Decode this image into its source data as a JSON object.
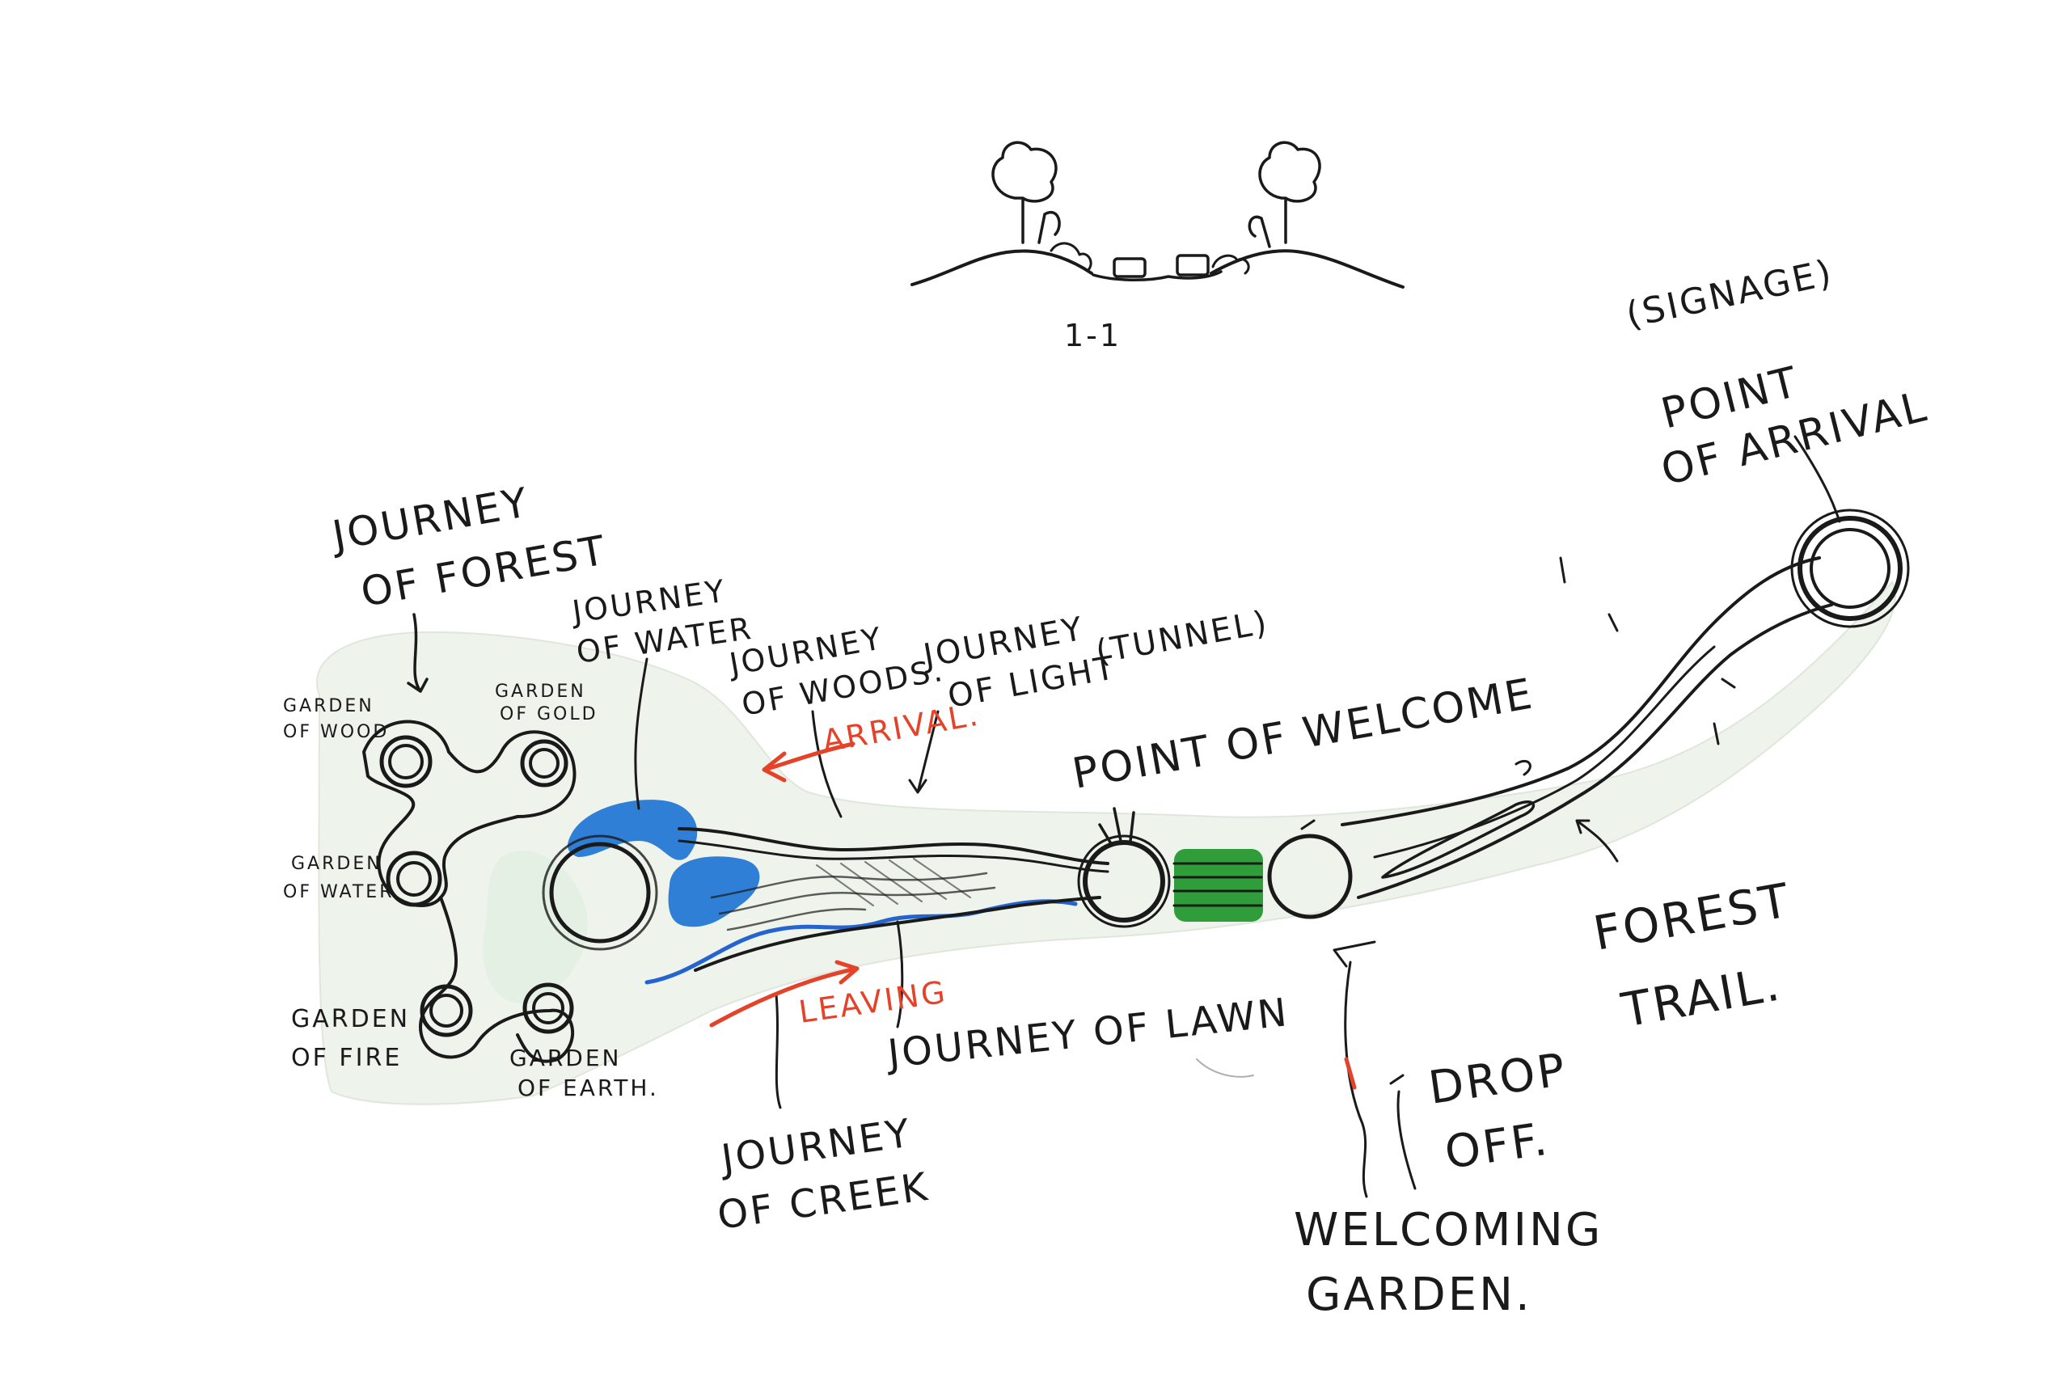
{
  "section": {
    "label": "1-1"
  },
  "labels": {
    "signage": "(SIGNAGE)",
    "point_of_arrival": [
      "POINT",
      "OF ARRIVAL"
    ],
    "journey_of_forest": [
      "JOURNEY",
      "OF FOREST"
    ],
    "journey_of_water": [
      "JOURNEY",
      "OF WATER"
    ],
    "journey_of_woods": [
      "JOURNEY",
      "OF WOODS."
    ],
    "journey_of_light": [
      "JOURNEY",
      "OF LIGHT"
    ],
    "tunnel": "(TUNNEL)",
    "point_of_welcome": "POINT OF WELCOME",
    "garden_of_wood": [
      "GARDEN",
      "OF WOOD"
    ],
    "garden_of_gold": [
      "GARDEN",
      "OF GOLD"
    ],
    "garden_of_water": [
      "GARDEN",
      "OF WATER"
    ],
    "garden_of_fire": [
      "GARDEN",
      "OF FIRE"
    ],
    "garden_of_earth": [
      "GARDEN",
      "OF EARTH."
    ],
    "arrival": "ARRIVAL.",
    "leaving": "LEAVING",
    "journey_of_lawn": "JOURNEY OF LAWN",
    "journey_of_creek": [
      "JOURNEY",
      "OF CREEK"
    ],
    "forest_trail": [
      "FOREST",
      "TRAIL."
    ],
    "drop_off": [
      "DROP",
      "OFF."
    ],
    "welcoming_garden": [
      "WELCOMING",
      "GARDEN."
    ]
  },
  "colors": {
    "ink": "#1a1a1a",
    "water": "#2f7fd6",
    "creek": "#2563d0",
    "lawn": "#2f9e3a",
    "annotation": "#e4432a",
    "site_wash": "#eef3ec"
  }
}
